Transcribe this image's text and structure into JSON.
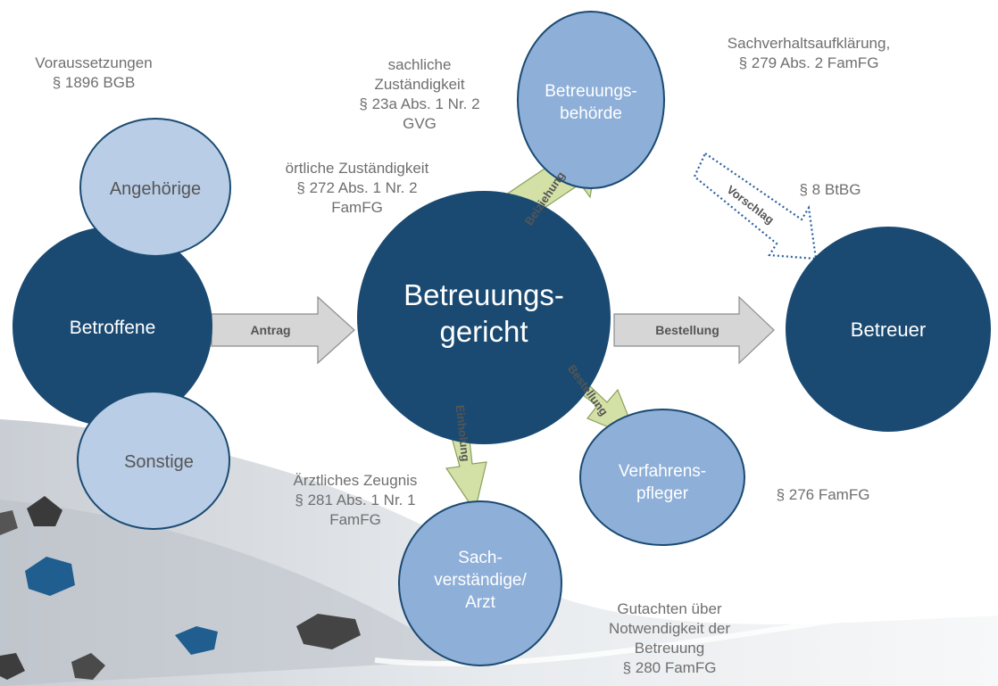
{
  "nodes": {
    "betroffene": "Betroffene",
    "angehoerige": "Angehörige",
    "sonstige": "Sonstige",
    "gericht_line1": "Betreuungs-",
    "gericht_line2": "gericht",
    "behoerde_line1": "Betreuungs-",
    "behoerde_line2": "behörde",
    "betreuer": "Betreuer",
    "pfleger_line1": "Verfahrens-",
    "pfleger_line2": "pfleger",
    "arzt_line1": "Sach-",
    "arzt_line2": "verständige/",
    "arzt_line3": "Arzt"
  },
  "arrows": {
    "antrag": "Antrag",
    "bestellung_betreuer": "Bestellung",
    "beiziehung": "Beiziehung",
    "vorschlag": "Vorschlag",
    "bestellung_pfleger": "Bestellung",
    "einholung": "Einholung"
  },
  "annotations": {
    "voraussetzungen": "Voraussetzungen\n§ 1896 BGB",
    "sachliche": "sachliche\nZuständigkeit\n§ 23a Abs. 1  Nr. 2\nGVG",
    "oertliche": "örtliche Zuständigkeit\n§ 272 Abs. 1 Nr. 2\nFamFG",
    "sachverhalt": "Sachverhaltsaufklärung,\n§ 279 Abs. 2 FamFG",
    "btbg": "§ 8 BtBG",
    "famfg276": "§ 276 FamFG",
    "zeugnis": "Ärztliches Zeugnis\n§ 281 Abs. 1 Nr. 1\nFamFG",
    "gutachten": "Gutachten über\nNotwendigkeit der\nBetreuung\n§ 280 FamFG"
  },
  "colors": {
    "dark_node": "#1a4a72",
    "light_node": "#b9cde6",
    "mid_node": "#8eafd8",
    "gray_arrow": "#d6d6d6",
    "green_arrow": "#d3e0a6"
  }
}
